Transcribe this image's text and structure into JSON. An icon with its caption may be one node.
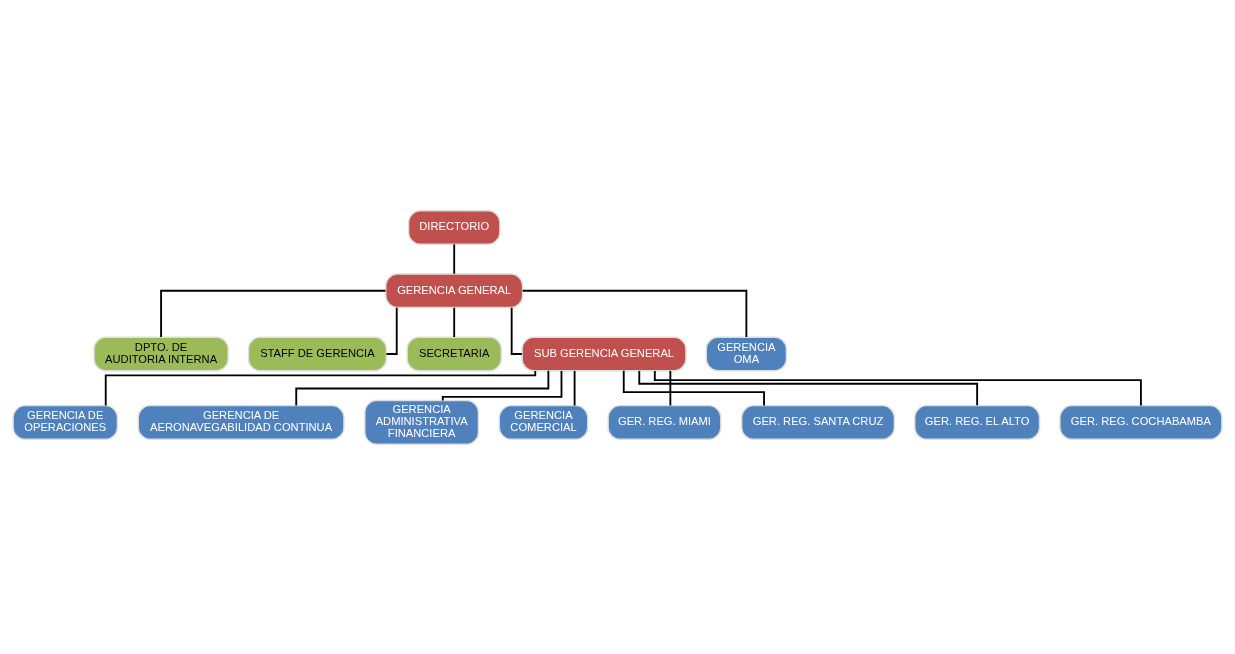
{
  "diagram": {
    "nodes": [
      {
        "text": [
          "DIRECTORIO"
        ]
      },
      {
        "text": [
          "GERENCIA GENERAL"
        ]
      },
      {
        "text": [
          "DPTO. DE AUDITORIA INTERNA"
        ]
      },
      {
        "text": [
          "STAFF DE GERENCIA"
        ]
      },
      {
        "text": [
          "SECRETARIA"
        ]
      },
      {
        "text": [
          "SUB GERENCIA GENERAL"
        ]
      },
      {
        "text": [
          "GERENCIA OMA"
        ]
      },
      {
        "text": [
          "GERENCIA DE OPERACIONES"
        ]
      },
      {
        "text": [
          "GERENCIA DE AERONAVEGABILIDAD CONTINUA"
        ]
      },
      {
        "text": [
          "GERENCIA ADMINISTRATIVA FINANCIERA"
        ]
      },
      {
        "text": [
          "GERENCIA COMERCIAL"
        ]
      },
      {
        "text": [
          "GER. REG. MIAMI"
        ]
      },
      {
        "text": [
          "GER. REG. SANTA CRUZ"
        ]
      },
      {
        "text": [
          "GER. REG. EL ALTO"
        ]
      },
      {
        "text": [
          "GER. REG. COCHABAMBA"
        ]
      }
    ],
    "edges": [
      {
        "from": 0,
        "to": 1,
        "arrow": "none"
      },
      {
        "from": 1,
        "to": 2,
        "arrow": "none"
      },
      {
        "from": 1,
        "to": 4,
        "arrow": "none"
      },
      {
        "from": 1,
        "to": 3,
        "arrow": "none"
      },
      {
        "from": 1,
        "to": 6,
        "arrow": "none"
      },
      {
        "from": 1,
        "to": 5,
        "arrow": "none"
      },
      {
        "from": 5,
        "to": 7,
        "arrow": "none"
      },
      {
        "from": 5,
        "to": 8,
        "arrow": "none"
      },
      {
        "from": 5,
        "to": 9,
        "arrow": "none"
      },
      {
        "from": 5,
        "to": 10,
        "arrow": "none"
      },
      {
        "from": 5,
        "to": 11,
        "arrow": "none"
      },
      {
        "from": 5,
        "to": 12,
        "arrow": "none"
      },
      {
        "from": 5,
        "to": 13,
        "arrow": "none"
      },
      {
        "from": 5,
        "to": 14,
        "arrow": "none"
      }
    ]
  }
}
